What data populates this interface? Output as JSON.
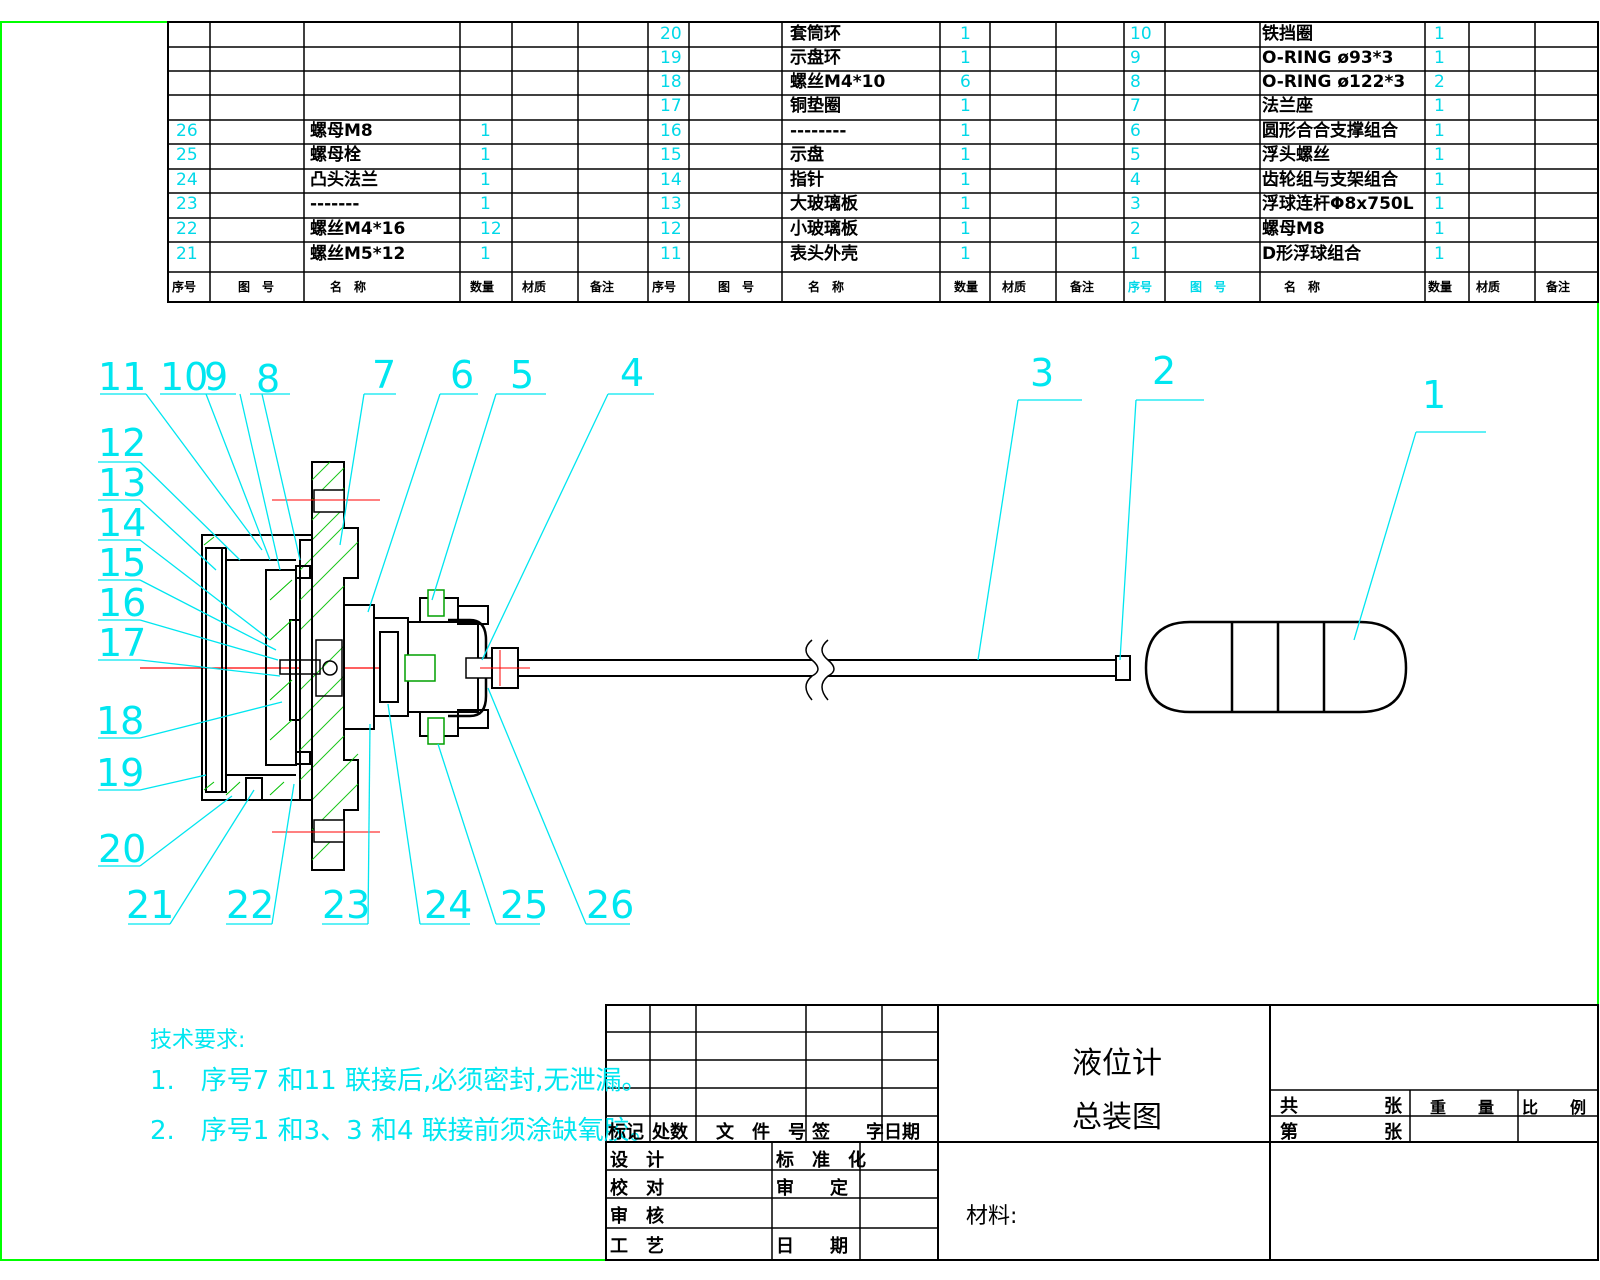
{
  "bom": {
    "rows": [
      [
        {
          "no": "",
          "name": "",
          "qty": ""
        },
        {
          "no": "20",
          "name": "套筒环",
          "qty": "1"
        },
        {
          "no": "10",
          "name": "铁挡圈",
          "qty": "1"
        }
      ],
      [
        {
          "no": "",
          "name": "",
          "qty": ""
        },
        {
          "no": "19",
          "name": "示盘环",
          "qty": "1"
        },
        {
          "no": "9",
          "name": "O-RING ø93*3",
          "qty": "1"
        }
      ],
      [
        {
          "no": "",
          "name": "",
          "qty": ""
        },
        {
          "no": "18",
          "name": "螺丝M4*10",
          "qty": "6"
        },
        {
          "no": "8",
          "name": "O-RING ø122*3",
          "qty": "2"
        }
      ],
      [
        {
          "no": "",
          "name": "",
          "qty": ""
        },
        {
          "no": "17",
          "name": "铜垫圈",
          "qty": "1"
        },
        {
          "no": "7",
          "name": "法兰座",
          "qty": "1"
        }
      ],
      [
        {
          "no": "26",
          "name": "螺母M8",
          "qty": "1"
        },
        {
          "no": "16",
          "name": "--------",
          "qty": "1"
        },
        {
          "no": "6",
          "name": "圆形合合支撑组合",
          "qty": "1"
        }
      ],
      [
        {
          "no": "25",
          "name": "螺母栓",
          "qty": "1"
        },
        {
          "no": "15",
          "name": "示盘",
          "qty": "1"
        },
        {
          "no": "5",
          "name": "浮头螺丝",
          "qty": "1"
        }
      ],
      [
        {
          "no": "24",
          "name": "凸头法兰",
          "qty": "1"
        },
        {
          "no": "14",
          "name": "指针",
          "qty": "1"
        },
        {
          "no": "4",
          "name": "齿轮组与支架组合",
          "qty": "1"
        }
      ],
      [
        {
          "no": "23",
          "name": "-------",
          "qty": "1"
        },
        {
          "no": "13",
          "name": "大玻璃板",
          "qty": "1"
        },
        {
          "no": "3",
          "name": "浮球连杆Φ8x750L",
          "qty": "1"
        }
      ],
      [
        {
          "no": "22",
          "name": "螺丝M4*16",
          "qty": "12"
        },
        {
          "no": "12",
          "name": "小玻璃板",
          "qty": "1"
        },
        {
          "no": "2",
          "name": "螺母M8",
          "qty": "1"
        }
      ],
      [
        {
          "no": "21",
          "name": "螺丝M5*12",
          "qty": "1"
        },
        {
          "no": "11",
          "name": "表头外壳",
          "qty": "1"
        },
        {
          "no": "1",
          "name": "D形浮球组合",
          "qty": "1"
        }
      ]
    ],
    "header": [
      "序号",
      "图　号",
      "名　称",
      "数量",
      "材质",
      "备注"
    ]
  },
  "balloons": [
    "11",
    "10",
    "9",
    "8",
    "7",
    "6",
    "5",
    "4",
    "3",
    "2",
    "1",
    "12",
    "13",
    "14",
    "15",
    "16",
    "17",
    "18",
    "19",
    "20",
    "21",
    "22",
    "23",
    "24",
    "25",
    "26"
  ],
  "tech_requirements": {
    "title": "技术要求:",
    "items": [
      "1.　序号7 和11 联接后,必须密封,无泄漏。",
      "2.　序号1 和3、3 和4 联接前须涂缺氧胶。"
    ]
  },
  "title_block": {
    "part_name": "液位计",
    "drawing_name": "总装图",
    "material_label": "材料:",
    "revision_header": [
      "标记",
      "处数",
      "文　件　号",
      "签　　字",
      "日期"
    ],
    "signatures": [
      [
        "设　计",
        "标　准　化"
      ],
      [
        "校　对",
        "审　　定"
      ],
      [
        "审　核",
        ""
      ],
      [
        "工　艺",
        "日　　期"
      ]
    ],
    "sheet_labels": [
      "共",
      "张",
      "重　　量",
      "比　　例",
      "第",
      "张"
    ]
  },
  "colors": {
    "border": "#00ff00",
    "lines": "#000000",
    "annotation": "#00e6f0",
    "hatch": "#00c000",
    "center": "#ff0000"
  }
}
